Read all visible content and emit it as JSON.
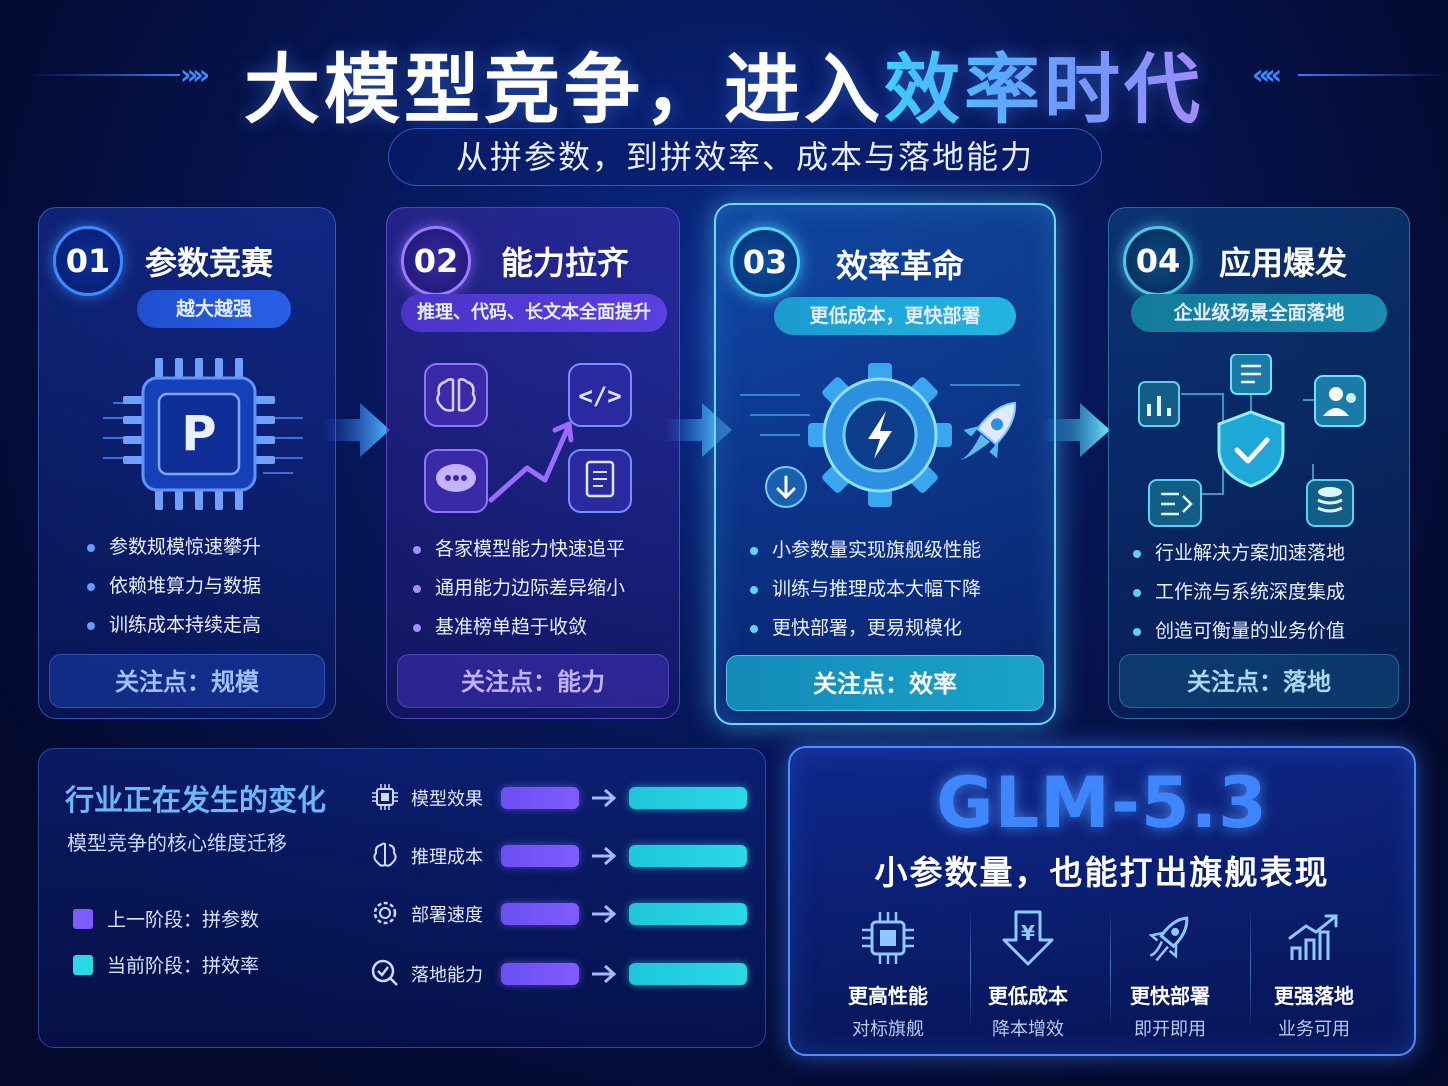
{
  "header": {
    "title_part1": "大模型竞争，进入",
    "title_part2": "效率时代",
    "subtitle": "从拼参数，到拼效率、成本与落地能力"
  },
  "stages": [
    {
      "num": "01",
      "title": "参数竞赛",
      "tag": "越大越强",
      "bullets": [
        "参数规模惊速攀升",
        "依赖堆算力与数据",
        "训练成本持续走高"
      ],
      "focus": "关注点：规模",
      "icon_text": "P"
    },
    {
      "num": "02",
      "title": "能力拉齐",
      "tag": "推理、代码、长文本全面提升",
      "bullets": [
        "各家模型能力快速追平",
        "通用能力边际差异缩小",
        "基准榜单趋于收敛"
      ],
      "focus": "关注点：能力",
      "code_icon": "</>"
    },
    {
      "num": "03",
      "title": "效率革命",
      "tag": "更低成本，更快部署",
      "bullets": [
        "小参数量实现旗舰级性能",
        "训练与推理成本大幅下降",
        "更快部署，更易规模化"
      ],
      "focus": "关注点：效率"
    },
    {
      "num": "04",
      "title": "应用爆发",
      "tag": "企业级场景全面落地",
      "bullets": [
        "行业解决方案加速落地",
        "工作流与系统深度集成",
        "创造可衡量的业务价值"
      ],
      "focus": "关注点：落地"
    }
  ],
  "shift": {
    "title": "行业正在发生的变化",
    "subtitle": "模型竞争的核心维度迁移",
    "legend_prev": "上一阶段：拼参数",
    "legend_curr": "当前阶段：拼效率",
    "dimensions": [
      "模型效果",
      "推理成本",
      "部署速度",
      "落地能力"
    ]
  },
  "glm": {
    "name": "GLM-5.3",
    "tagline": "小参数量，也能打出旗舰表现",
    "features": [
      {
        "t1": "更高性能",
        "t2": "对标旗舰",
        "icon": "chip-icon"
      },
      {
        "t1": "更低成本",
        "t2": "降本增效",
        "icon": "cost-down-icon",
        "symbol": "¥"
      },
      {
        "t1": "更快部署",
        "t2": "即开即用",
        "icon": "rocket-icon"
      },
      {
        "t1": "更强落地",
        "t2": "业务可用",
        "icon": "growth-chart-icon"
      }
    ]
  },
  "colors": {
    "accent_blue": "#3d86ff",
    "accent_cyan": "#2ad8e6",
    "accent_purple": "#7f5cff",
    "background": "#061554"
  }
}
